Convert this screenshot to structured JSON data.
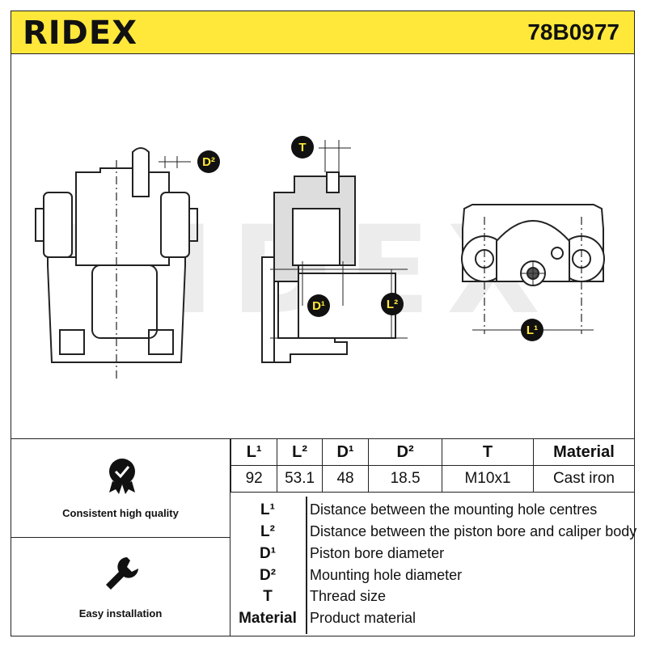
{
  "header": {
    "logo": "RIDEX",
    "part_number": "78B0977"
  },
  "diagram": {
    "watermark": "RIDEX",
    "labels": {
      "d2": "D²",
      "t": "T",
      "d1": "D¹",
      "l2": "L²",
      "l1": "L¹"
    }
  },
  "features": {
    "quality_label": "Consistent high quality",
    "install_label": "Easy installation",
    "quality_icon": "badge-check-icon",
    "install_icon": "wrench-icon"
  },
  "specs": {
    "headers": [
      "L¹",
      "L²",
      "D¹",
      "D²",
      "T",
      "Material"
    ],
    "values": [
      "92",
      "53.1",
      "48",
      "18.5",
      "M10x1",
      "Cast iron"
    ]
  },
  "legend": [
    {
      "key": "L¹",
      "desc": "Distance between the mounting hole centres"
    },
    {
      "key": "L²",
      "desc": "Distance between the piston bore and caliper body"
    },
    {
      "key": "D¹",
      "desc": "Piston bore diameter"
    },
    {
      "key": "D²",
      "desc": "Mounting hole diameter"
    },
    {
      "key": "T",
      "desc": "Thread size"
    },
    {
      "key": "Material",
      "desc": "Product material"
    }
  ],
  "colors": {
    "brand_yellow": "#ffe83a",
    "line": "#222222"
  }
}
